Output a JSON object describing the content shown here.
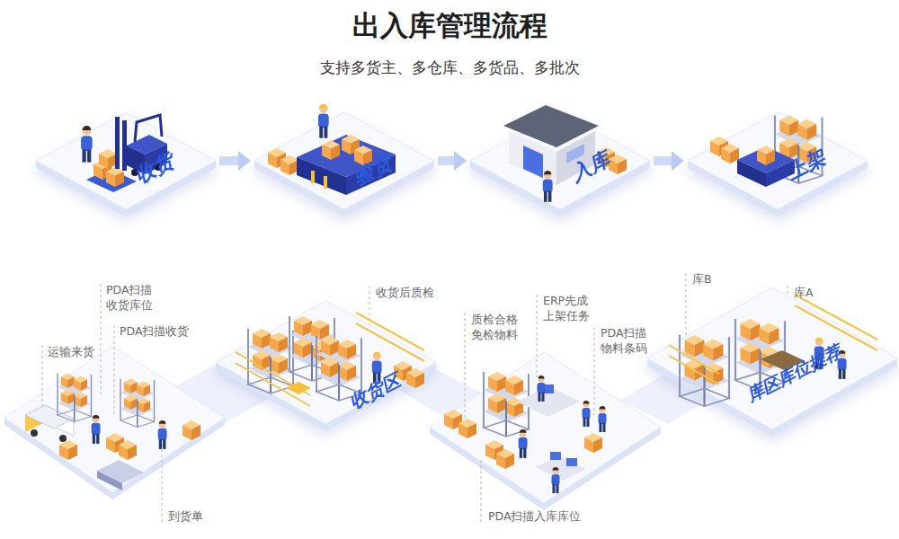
{
  "diagram": {
    "title": "出入库管理流程",
    "nodes": [
      {
        "text": [
          "收货"
        ]
      },
      {
        "text": [
          "验货"
        ]
      },
      {
        "text": [
          "入库"
        ]
      },
      {
        "text": [
          "上架"
        ]
      },
      {
        "text": [
          "收货区"
        ]
      },
      {
        "text": [
          "库区库位推荐"
        ]
      }
    ],
    "edges": [
      {
        "from": 0,
        "to": 1,
        "arrow": "to"
      },
      {
        "from": 1,
        "to": 2,
        "arrow": "to"
      },
      {
        "from": 2,
        "to": 3,
        "arrow": "to"
      }
    ],
    "labels": [
      "支持多货主、多仓库、多货品、多批次",
      "PDA扫描 收货库位",
      "PDA扫描收货",
      "运输来货",
      "到货单",
      "收货后质检",
      "质检合格 免检物料",
      "ERP先成 上架任务",
      "PDA扫描 物料条码",
      "PDA扫描入库库位",
      "库B",
      "库A"
    ]
  }
}
